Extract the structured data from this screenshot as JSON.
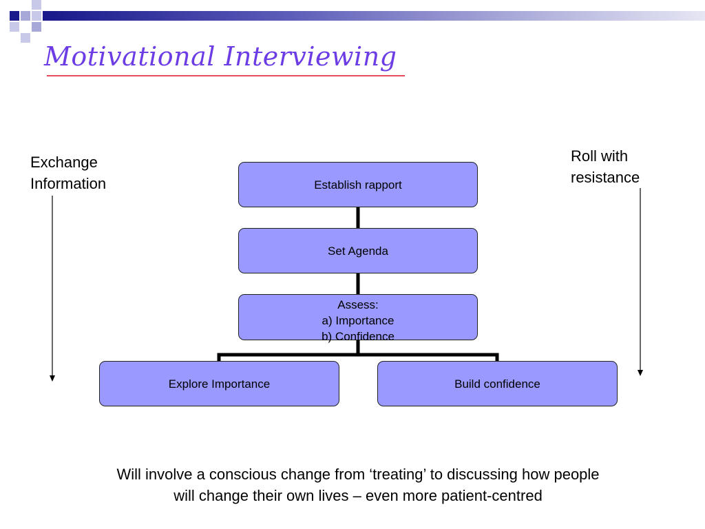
{
  "slide": {
    "title": "Motivational Interviewing",
    "left_label": [
      "Exchange",
      "Information"
    ],
    "right_label": [
      "Roll with",
      "resistance"
    ],
    "boxes": {
      "rapport": "Establish rapport",
      "agenda": "Set Agenda",
      "assess": [
        "Assess:",
        "a) Importance",
        "b) Confidence"
      ],
      "explore": "Explore Importance",
      "build": "Build confidence"
    },
    "footer": [
      "Will involve a conscious change from ‘treating’ to discussing how people",
      "will change their own lives – even more patient-centred"
    ]
  },
  "colors": {
    "title": "#6c3ce4",
    "title_underline": "#e84a5a",
    "box_fill": "#9999ff",
    "deco_dark": "#1a1a8c",
    "deco_light": "#a8a8d8"
  }
}
